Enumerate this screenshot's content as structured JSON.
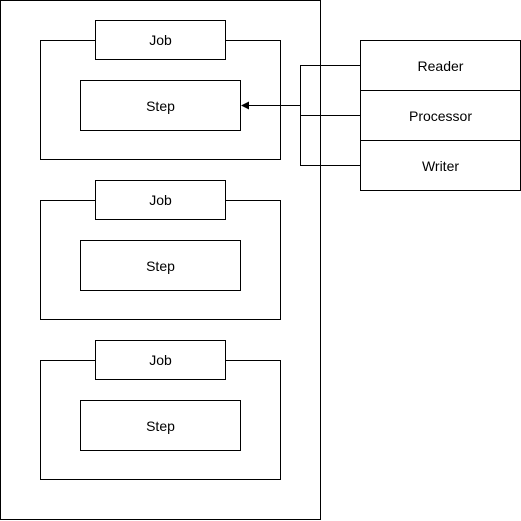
{
  "diagram": {
    "jobs": [
      {
        "job_label": "Job",
        "step_label": "Step"
      },
      {
        "job_label": "Job",
        "step_label": "Step"
      },
      {
        "job_label": "Job",
        "step_label": "Step"
      }
    ],
    "components": [
      {
        "label": "Reader"
      },
      {
        "label": "Processor"
      },
      {
        "label": "Writer"
      }
    ]
  }
}
